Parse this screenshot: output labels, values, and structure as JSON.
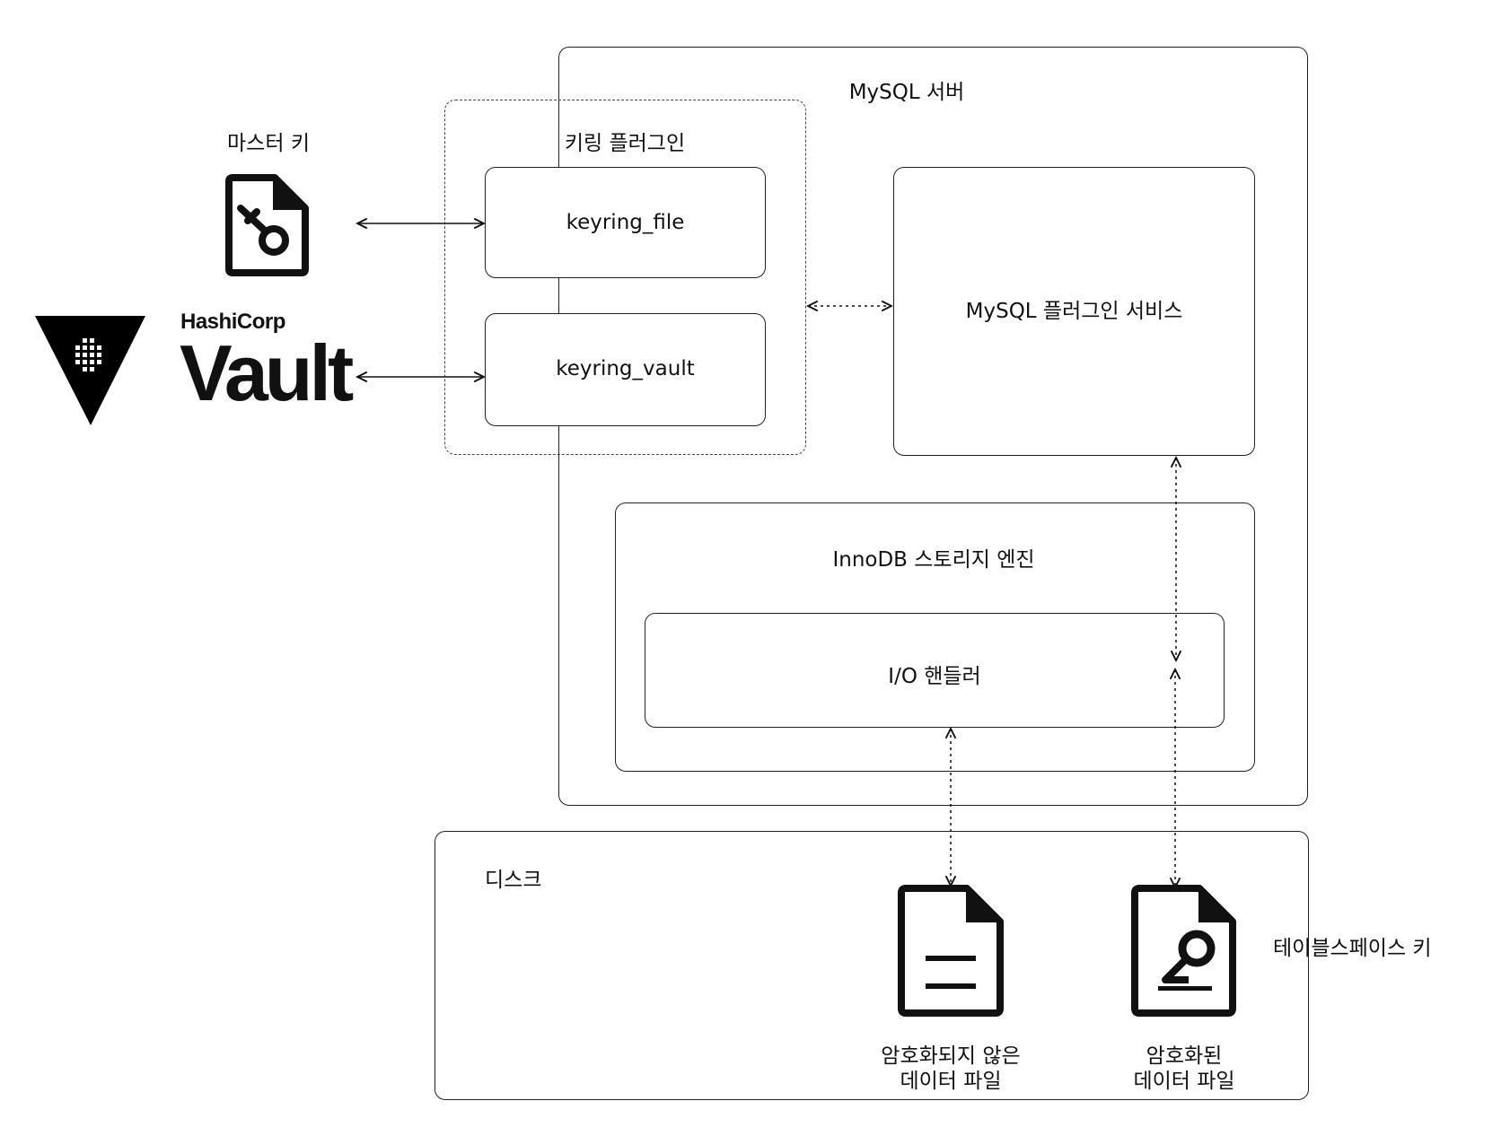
{
  "mysql_server": {
    "title": "MySQL 서버"
  },
  "keyring_plugin": {
    "title": "키링 플러그인",
    "file_label": "keyring_file",
    "vault_label": "keyring_vault"
  },
  "plugin_service": {
    "label": "MySQL  플러그인 서비스"
  },
  "innodb": {
    "title": "InnoDB 스토리지 엔진",
    "io_handler": "I/O 핸들러"
  },
  "disk": {
    "title": "디스크",
    "unencrypted_line1": "암호화되지 않은",
    "unencrypted_line2": "데이터 파일",
    "encrypted_line1": "암호화된",
    "encrypted_line2": "데이터 파일"
  },
  "master_key": {
    "label": "마스터 키",
    "icon": "key-file-icon"
  },
  "vault": {
    "brand_small": "HashiCorp",
    "brand_big": "Vault",
    "icon": "vault-logo"
  },
  "tablespace_key": {
    "label": "테이블스페이스 키"
  }
}
